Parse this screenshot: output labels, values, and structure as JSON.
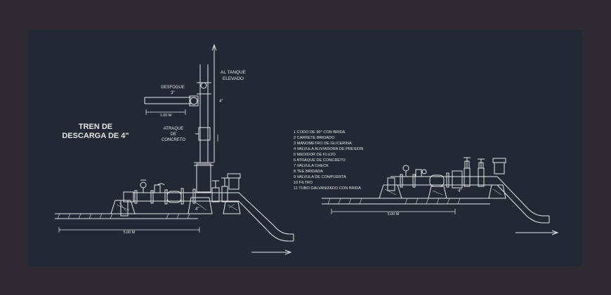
{
  "title": {
    "line1": "TREN DE",
    "line2": "DESCARGA DE 4\""
  },
  "labels": {
    "tank": {
      "line1": "AL TANQUE",
      "line2": "ELEVADO"
    },
    "desfogue": {
      "line1": "DESFOGUE",
      "line2": "3\""
    },
    "atraque": {
      "line1": "ATRAQUE",
      "line2": "DE",
      "line3": "CONCRETO"
    },
    "dim_left_small": "1.00 M",
    "dim_left_base": "5.00 M",
    "dim_right_base": "5.00 M",
    "pipe_size_vertical": "4\"",
    "pipe_size_horizontal": "4\"",
    "pipe_size_right": "4\""
  },
  "legend": [
    "1   CODO DE 90° CON BRIDA",
    "2   CARRETE BRIDADO",
    "3   MANOMETRO DE GLICERINA",
    "4   VALVULA ALIVIADORA DE PRESION",
    "5   MEDIDOR DE FLUJO",
    "6   ATRAQUE DE CONCRETO",
    "7   VALVULA CHECK",
    "8   TEE BRIDADA",
    "9   VALVULA DE COMPUERTA",
    "10  FILTRO",
    "11  TUBO GALVANIZADO CON BRIDA"
  ],
  "colors": {
    "line": "#e6e6e6",
    "background": "#222834",
    "outer": "#2e2a31"
  }
}
